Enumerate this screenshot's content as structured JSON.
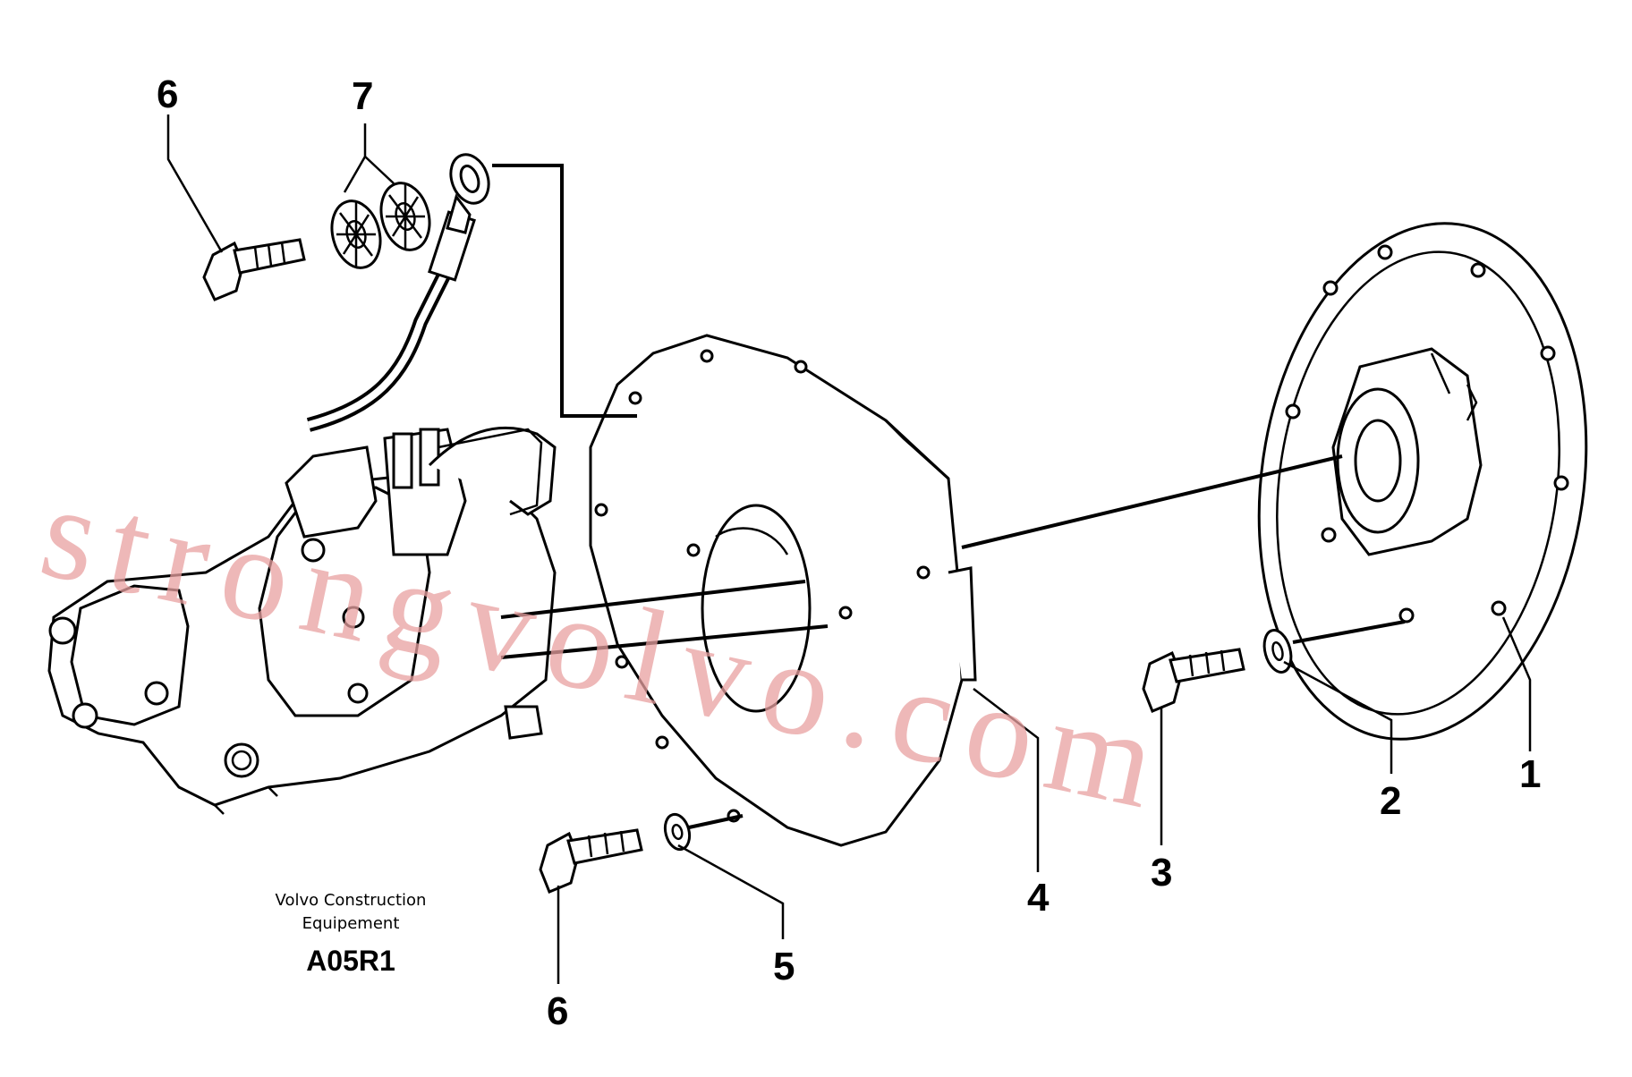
{
  "callouts": {
    "c6_top": "6",
    "c7": "7",
    "c4": "4",
    "c3": "3",
    "c2": "2",
    "c1": "1",
    "c5": "5",
    "c6_bottom": "6"
  },
  "caption": {
    "line1": "Volvo Construction",
    "line2": "Equipement",
    "code": "A05R1"
  },
  "watermark": "strongvolvo.com"
}
